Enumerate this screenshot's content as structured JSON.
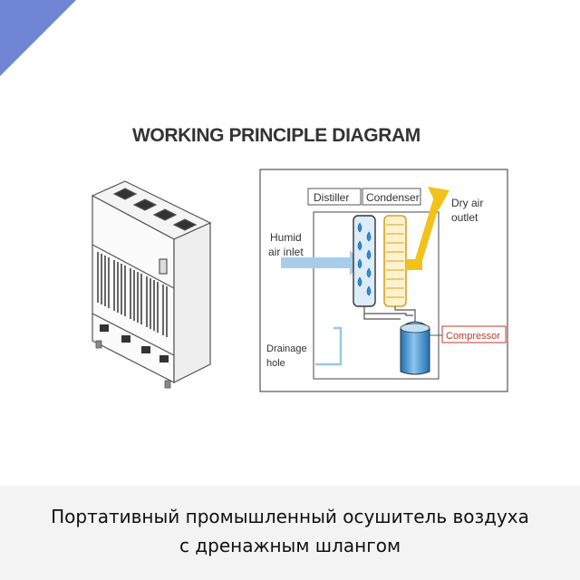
{
  "diagram": {
    "title": "WORKING PRINCIPLE DIAGRAM",
    "labels": {
      "distiller": "Distiller",
      "condenser": "Condenser",
      "dry_air_line1": "Dry air",
      "dry_air_line2": "outlet",
      "humid_line1": "Humid",
      "humid_line2": "air inlet",
      "compressor": "Compressor",
      "drainage_line1": "Drainage",
      "drainage_line2": "hole"
    },
    "colors": {
      "corner": "#6f86d4",
      "humid_arrow": "#a8cdea",
      "dry_arrow": "#f2c21b",
      "compressor": "#2e8fd0",
      "compressor_label": "#c0392b"
    }
  },
  "caption": {
    "line1": "Портативный промышленный осушитель воздуха",
    "line2": "с дренажным шлангом"
  }
}
